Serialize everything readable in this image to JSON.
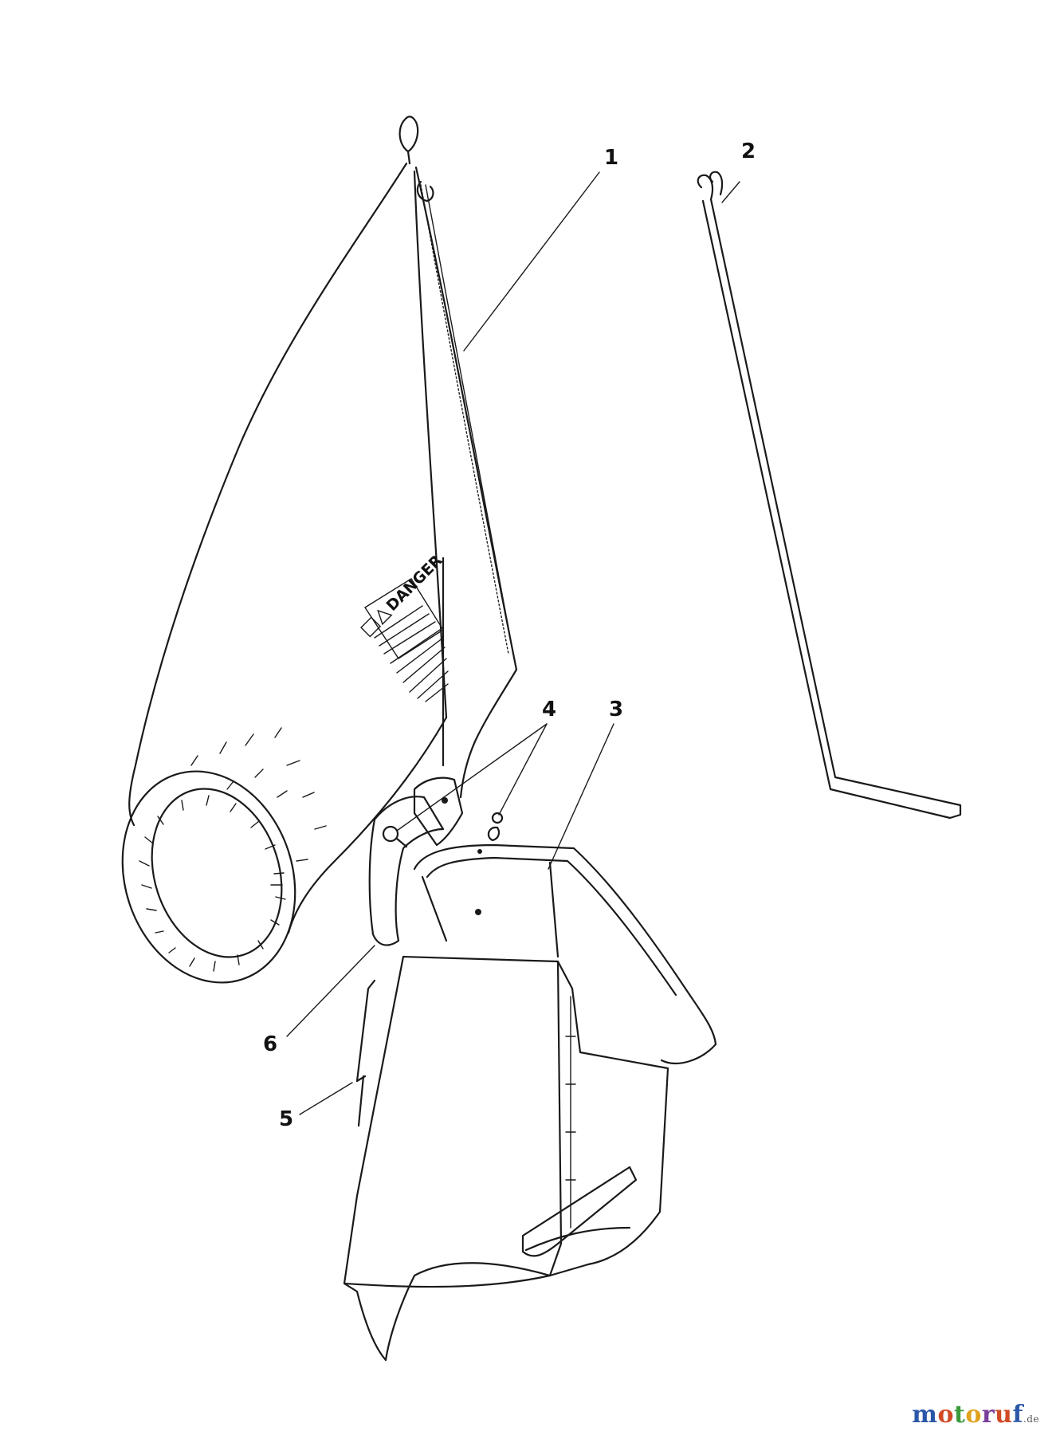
{
  "callouts": [
    {
      "id": "1",
      "label": "1"
    },
    {
      "id": "2",
      "label": "2"
    },
    {
      "id": "3",
      "label": "3"
    },
    {
      "id": "4",
      "label": "4"
    },
    {
      "id": "5",
      "label": "5"
    },
    {
      "id": "6",
      "label": "6"
    }
  ],
  "bag_warning": {
    "text": "DANGER"
  },
  "watermark": {
    "letters": [
      "m",
      "o",
      "t",
      "o",
      "r",
      "u",
      "f"
    ],
    "colors": [
      "#2a57a8",
      "#d04a25",
      "#3b9a3c",
      "#e0a21c",
      "#7a3f9a",
      "#d04a25",
      "#2a57a8"
    ],
    "tld": ".de"
  }
}
